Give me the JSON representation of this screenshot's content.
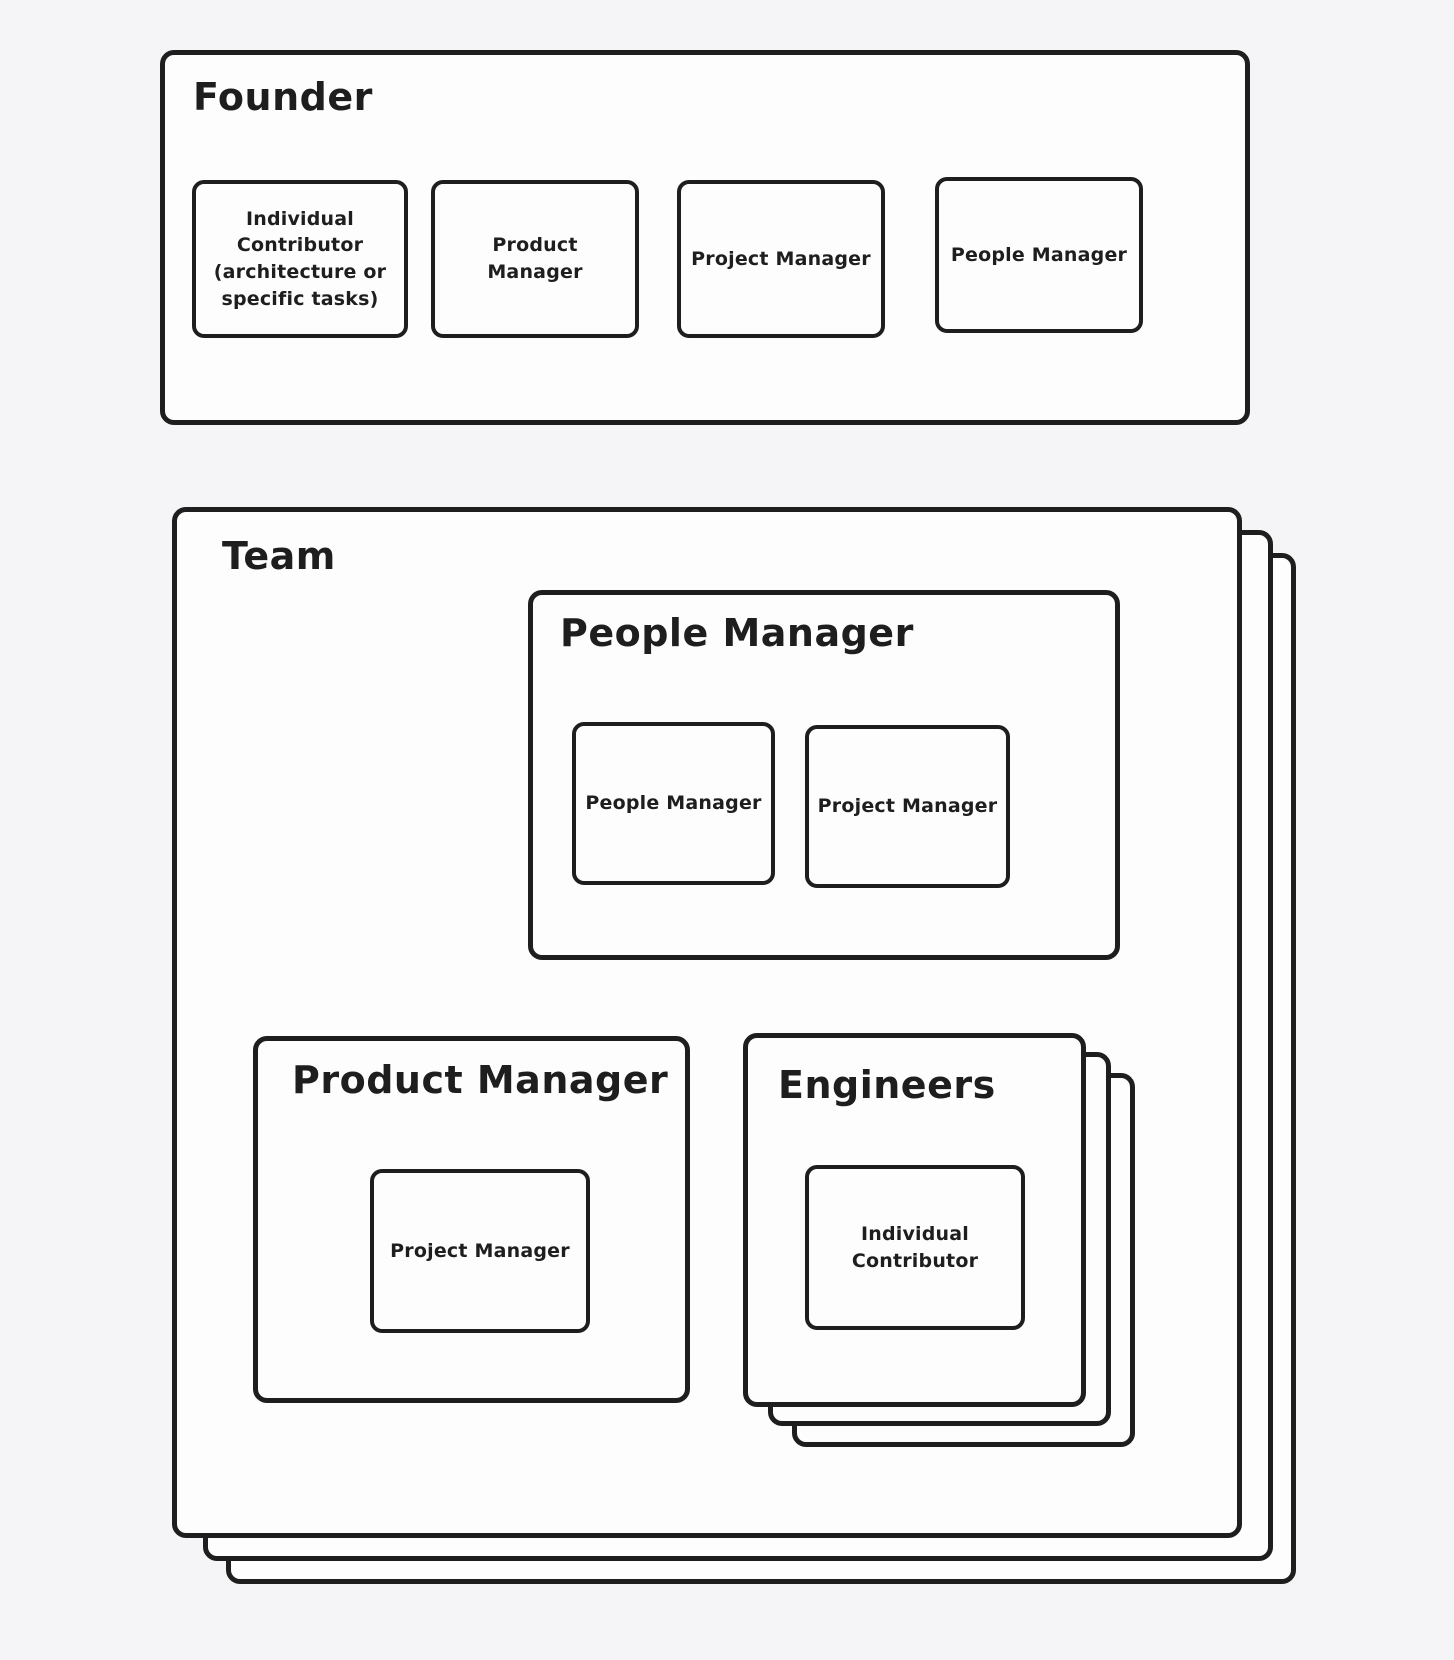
{
  "colors": {
    "background": "#f5f5f7",
    "shape_fill": "#fdfdfe",
    "stroke": "#1e1e1e",
    "text": "#1e1e1e"
  },
  "founder": {
    "title": "Founder",
    "children": [
      {
        "label": "Individual Contributor (architecture or specific tasks)"
      },
      {
        "label": "Product Manager"
      },
      {
        "label": "Project Manager"
      },
      {
        "label": "People Manager"
      }
    ]
  },
  "team": {
    "title": "Team",
    "stacked_copies": 3,
    "groups": {
      "people_manager": {
        "title": "People Manager",
        "children": [
          {
            "label": "People Manager"
          },
          {
            "label": "Project Manager"
          }
        ]
      },
      "product_manager": {
        "title": "Product Manager",
        "children": [
          {
            "label": "Project Manager"
          }
        ]
      },
      "engineers": {
        "title": "Engineers",
        "stacked_copies": 3,
        "children": [
          {
            "label": "Individual Contributor"
          }
        ]
      }
    }
  }
}
